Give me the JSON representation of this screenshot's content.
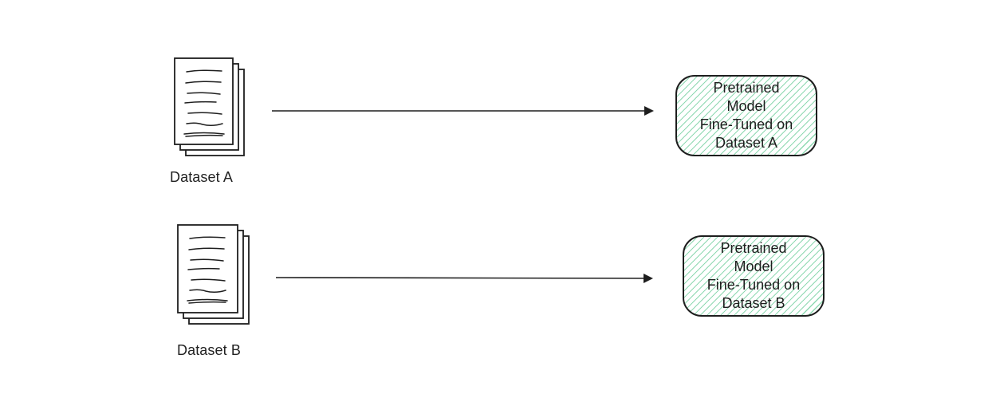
{
  "colors": {
    "stroke": "#1e1e1e",
    "hatch": "#8fd9b2",
    "background": "#ffffff"
  },
  "rows": [
    {
      "dataset_label": "Dataset A",
      "dataset_icon": "document-stack-icon",
      "model_lines": [
        "Pretrained",
        "Model",
        "Fine-Tuned on",
        "Dataset A"
      ]
    },
    {
      "dataset_label": "Dataset B",
      "dataset_icon": "document-stack-icon",
      "model_lines": [
        "Pretrained",
        "Model",
        "Fine-Tuned on",
        "Dataset B"
      ]
    }
  ]
}
